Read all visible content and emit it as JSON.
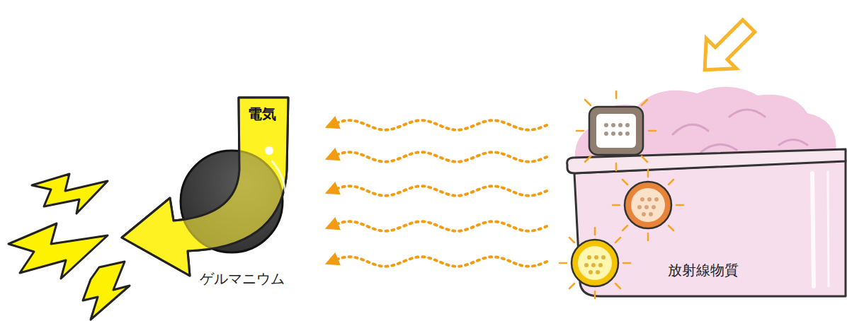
{
  "diagram": {
    "nodes": [
      {
        "text": [
          "ゲルマニウム"
        ]
      },
      {
        "text": [
          "放射線物質"
        ]
      }
    ],
    "edges": [
      {
        "from": 1,
        "to": 0,
        "arrow": "to"
      },
      {
        "from": 1,
        "to": 0,
        "arrow": "to"
      },
      {
        "from": 1,
        "to": 0,
        "arrow": "to"
      },
      {
        "from": 1,
        "to": 0,
        "arrow": "to"
      },
      {
        "from": 1,
        "to": 0,
        "arrow": "to"
      }
    ],
    "labels": [
      "電気"
    ]
  }
}
